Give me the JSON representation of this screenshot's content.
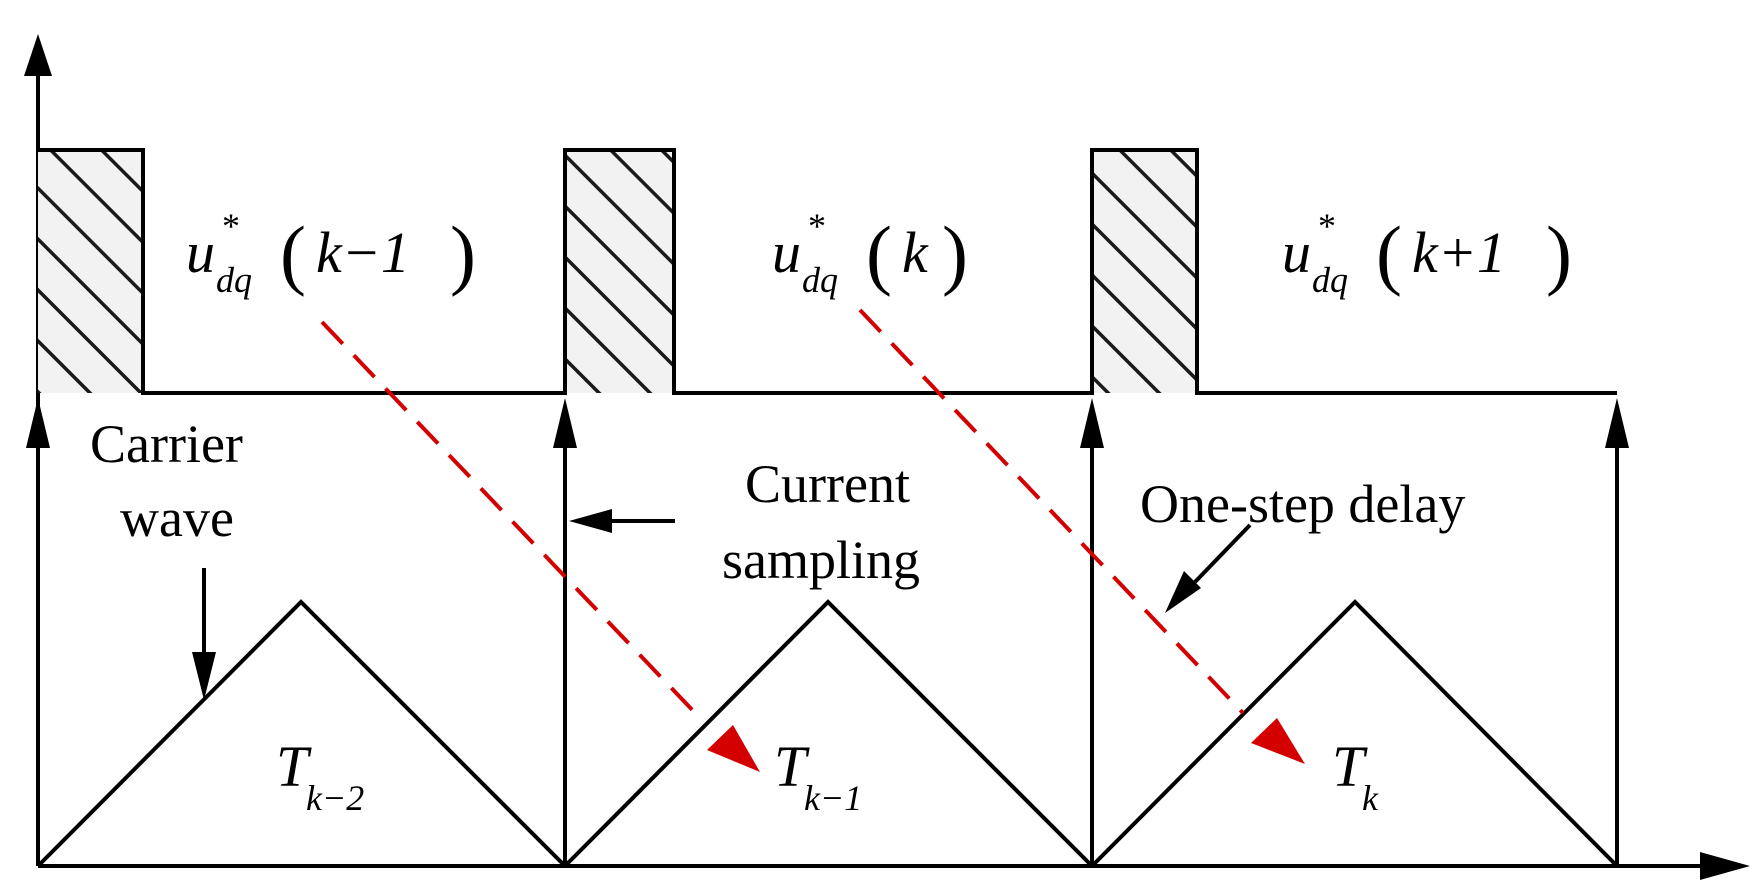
{
  "labels": {
    "carrier_wave_line1": "Carrier",
    "carrier_wave_line2": "wave",
    "current_sampling_line1": "Current",
    "current_sampling_line2": "sampling",
    "one_step_delay": "One-step delay"
  },
  "voltage_refs": [
    {
      "base": "u",
      "sup": "*",
      "sub": "dq",
      "arg": "k−1"
    },
    {
      "base": "u",
      "sup": "*",
      "sub": "dq",
      "arg": "k"
    },
    {
      "base": "u",
      "sup": "*",
      "sub": "dq",
      "arg": "k+1"
    }
  ],
  "periods": [
    {
      "base": "T",
      "sub": "k−2"
    },
    {
      "base": "T",
      "sub": "k−1"
    },
    {
      "base": "T",
      "sub": "k"
    }
  ],
  "colors": {
    "line": "#000000",
    "delay_arrow": "#d40000"
  }
}
